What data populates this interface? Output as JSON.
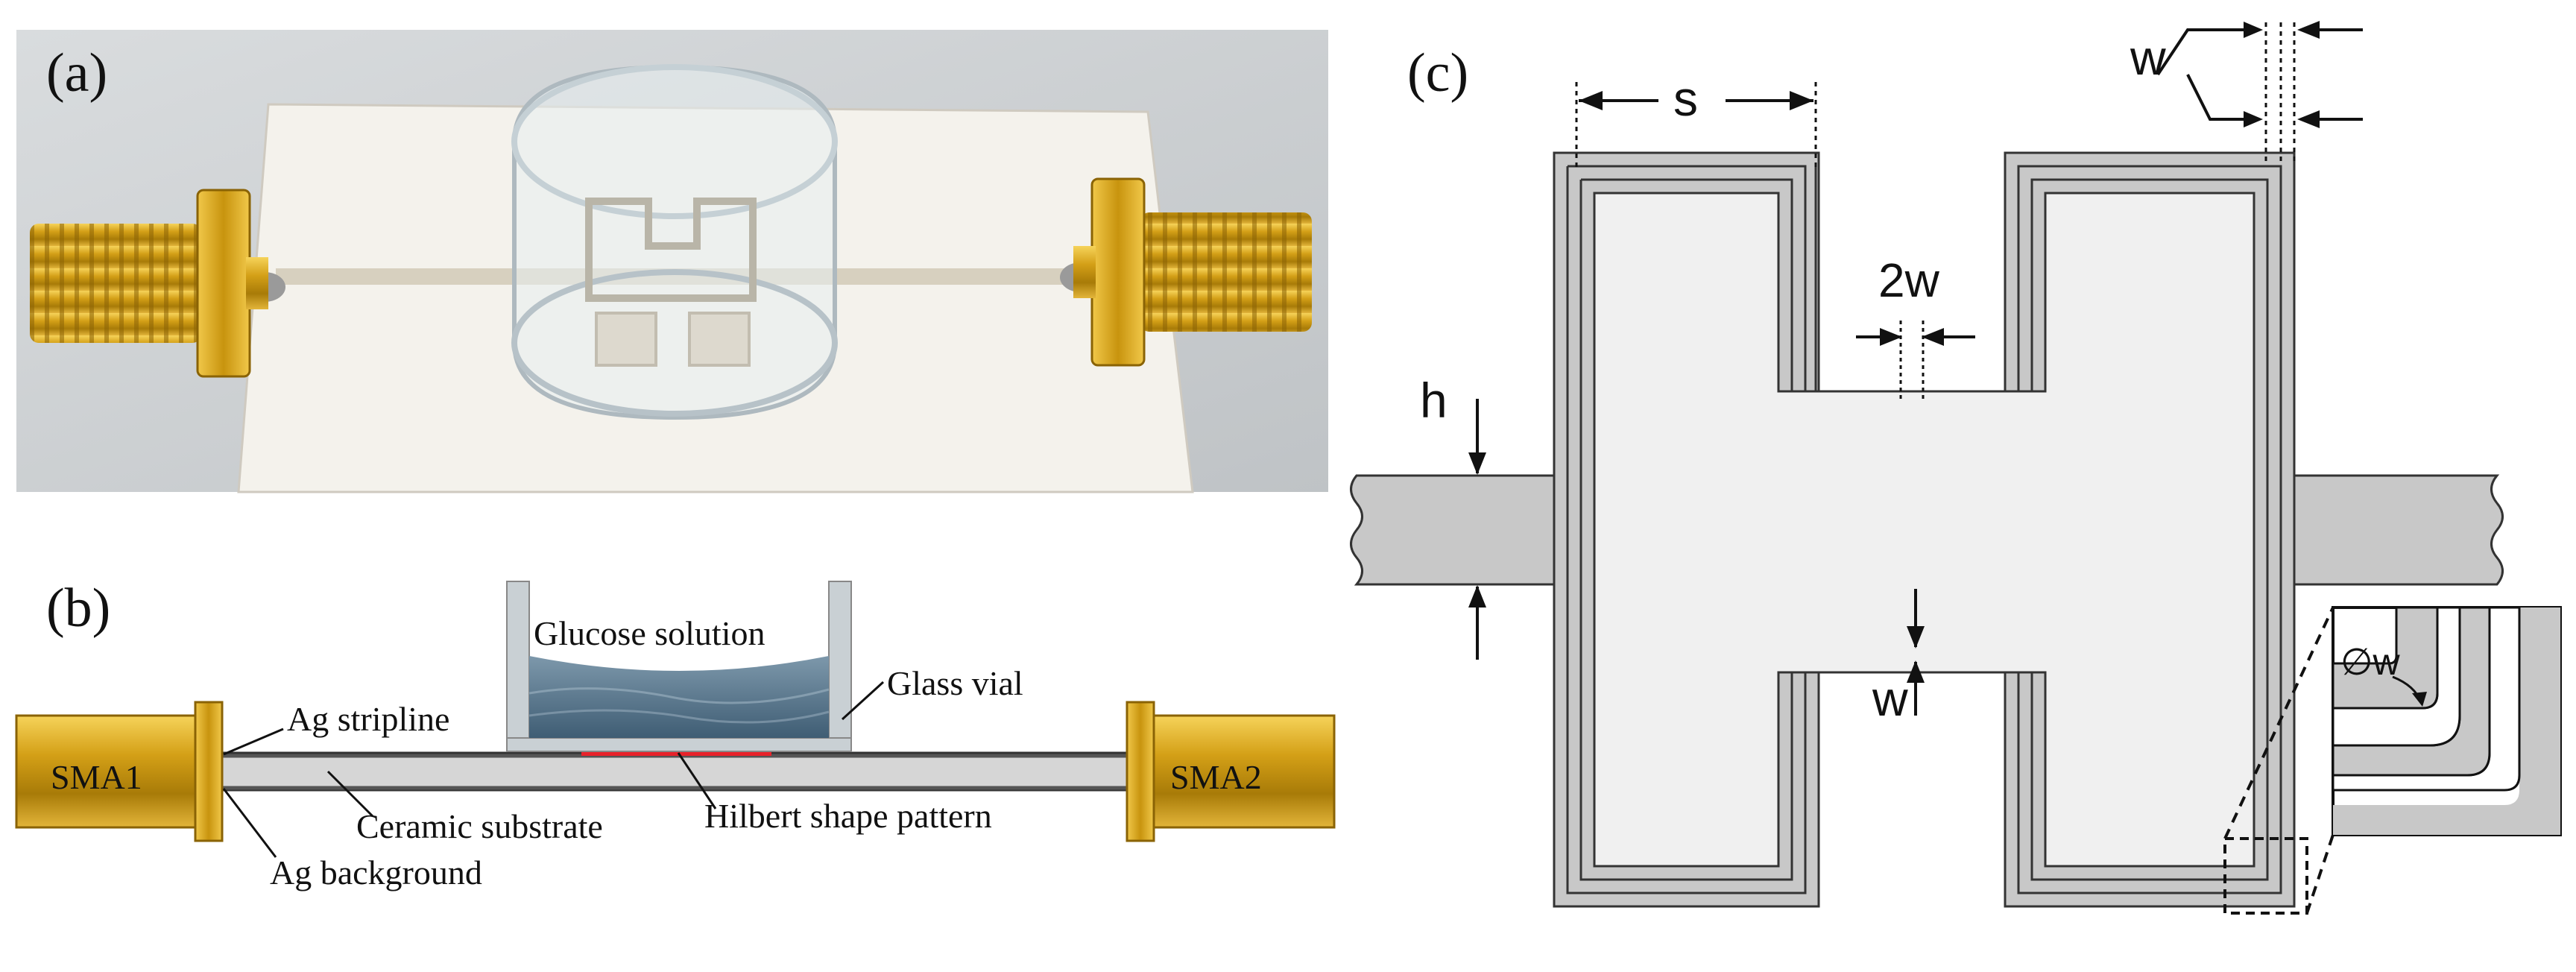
{
  "panels": {
    "a": {
      "label": "(a)"
    },
    "b": {
      "label": "(b)",
      "labels": {
        "sma1": "SMA1",
        "sma2": "SMA2",
        "glucose": "Glucose solution",
        "glass_vial": "Glass vial",
        "ag_stripline": "Ag stripline",
        "ceramic": "Ceramic substrate",
        "hilbert": "Hilbert shape pattern",
        "ag_background": "Ag background"
      }
    },
    "c": {
      "label": "(c)",
      "dims": {
        "s": "s",
        "w_top": "w",
        "two_w": "2w",
        "h": "h",
        "w_gap": "w",
        "diameter": "∅w"
      }
    }
  },
  "colors": {
    "gold": "#d4a017",
    "gold_dark": "#a47a0a",
    "resonator_fill": "#f0f0f0",
    "metal_gray": "#c8c8c8",
    "red_pattern": "#e8222a",
    "liquid": "#5b7a92"
  }
}
